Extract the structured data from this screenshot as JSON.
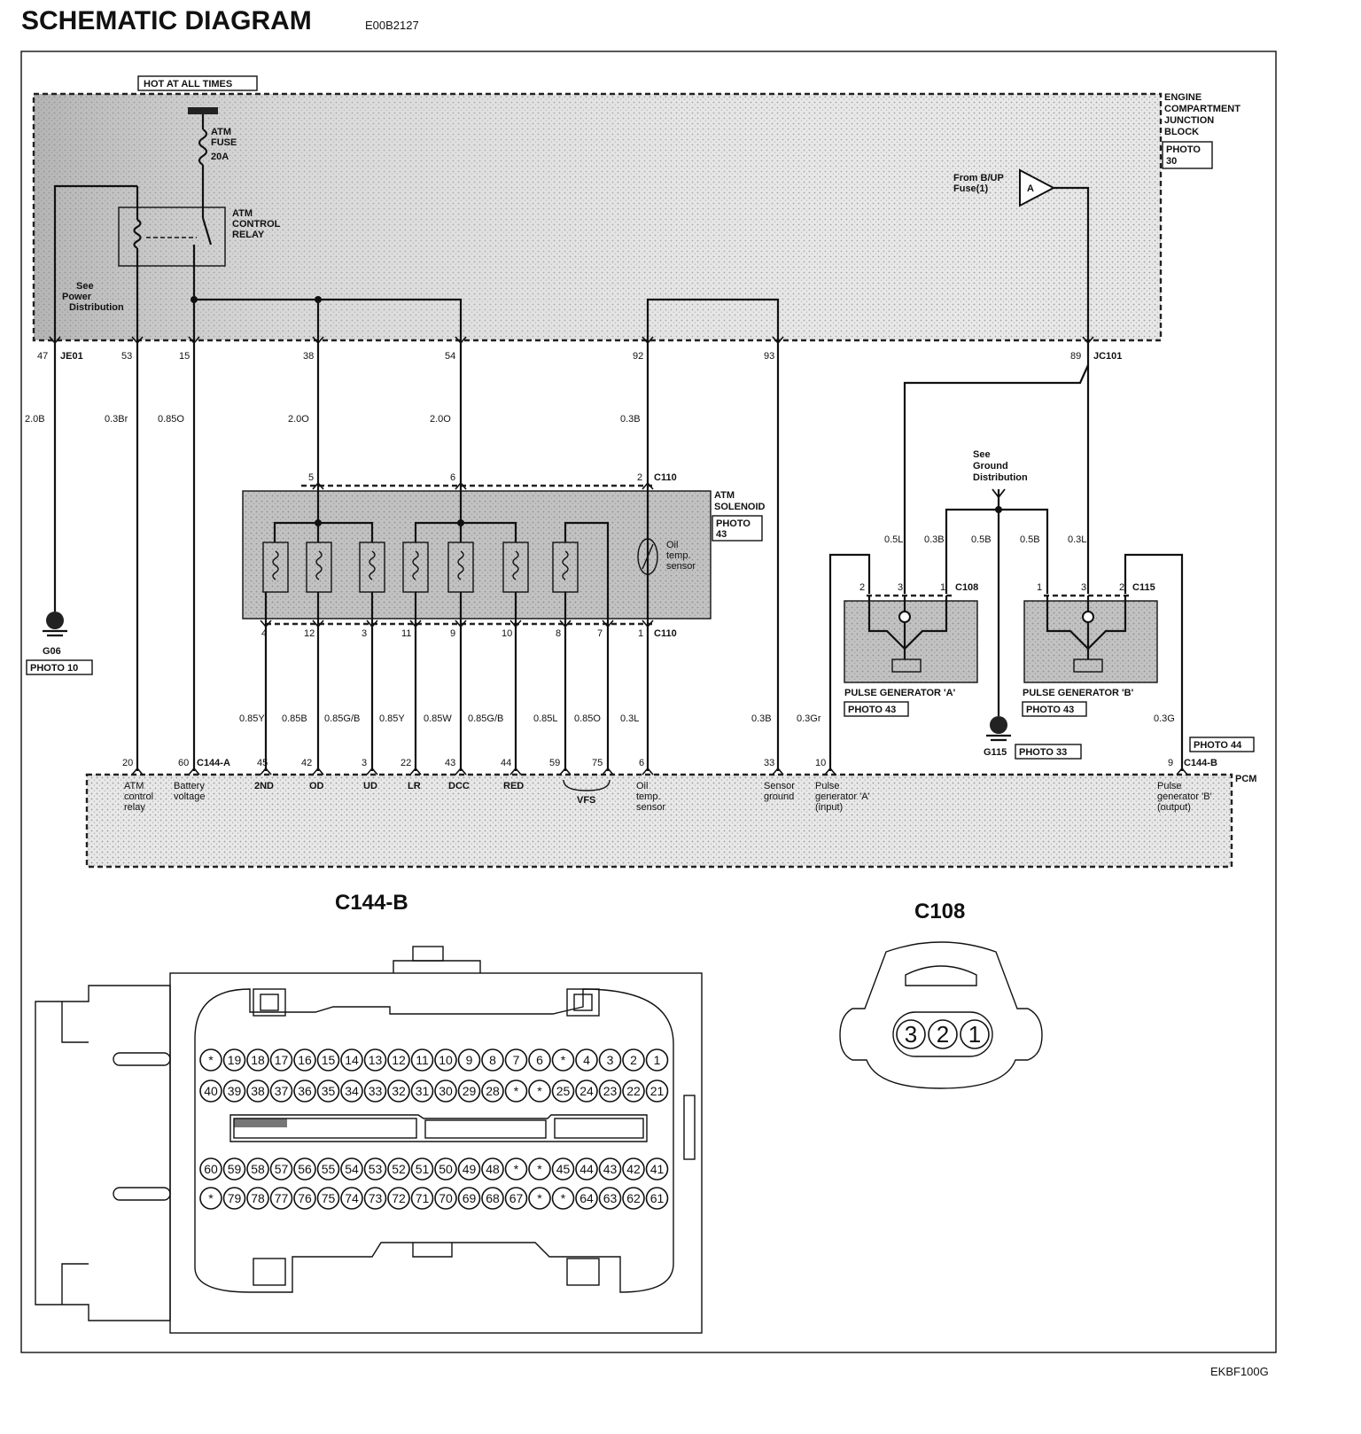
{
  "header": {
    "title": "SCHEMATIC DIAGRAM",
    "code": "E00B2127"
  },
  "footer_code": "EKBF100G",
  "junction_block": {
    "hot_label": "HOT AT ALL TIMES",
    "fuse_line1": "ATM",
    "fuse_line2": "FUSE",
    "fuse_rating": "20A",
    "relay_line1": "ATM",
    "relay_line2": "CONTROL",
    "relay_line3": "RELAY",
    "see_line1": "See",
    "see_line2": "Power",
    "see_line3": "Distribution",
    "name_line1": "ENGINE",
    "name_line2": "COMPARTMENT",
    "name_line3": "JUNCTION",
    "name_line4": "BLOCK",
    "photo_line1": "PHOTO",
    "photo_line2": "30",
    "from_line1": "From B/UP",
    "from_line2": "Fuse(1)",
    "from_tag": "A",
    "connector_left": "JE01",
    "connector_right": "JC101"
  },
  "top_pins": [
    "47",
    "53",
    "15",
    "38",
    "54",
    "92",
    "93",
    "89"
  ],
  "wires_upper": [
    "2.0B",
    "0.3Br",
    "0.85O",
    "2.0O",
    "2.0O",
    "0.3B"
  ],
  "ground_g06": {
    "name": "G06",
    "photo": "PHOTO 10"
  },
  "solenoid": {
    "name_line1": "ATM",
    "name_line2": "SOLENOID",
    "photo_line1": "PHOTO",
    "photo_line2": "43",
    "connector": "C110",
    "top_pins": [
      "5",
      "6",
      "2"
    ],
    "bottom_pins": [
      "4",
      "12",
      "3",
      "11",
      "9",
      "10",
      "8",
      "7",
      "1"
    ],
    "sensor_line1": "Oil",
    "sensor_line2": "temp.",
    "sensor_line3": "sensor"
  },
  "ground_info": {
    "line1": "See",
    "line2": "Ground",
    "line3": "Distribution"
  },
  "pulse_a": {
    "name": "PULSE GENERATOR 'A'",
    "photo": "PHOTO 43",
    "connector": "C108",
    "pins": [
      "2",
      "3",
      "1"
    ],
    "wires": [
      "0.5L",
      "0.3B"
    ]
  },
  "pulse_b": {
    "name": "PULSE GENERATOR 'B'",
    "photo": "PHOTO 43",
    "connector": "C115",
    "pins": [
      "1",
      "3",
      "2"
    ],
    "wires": [
      "0.5B",
      "0.3L"
    ]
  },
  "ground_wire": "0.5B",
  "ground_g115": {
    "name": "G115",
    "photo": "PHOTO 33"
  },
  "wires_lower": [
    "0.85Y",
    "0.85B",
    "0.85G/B",
    "0.85Y",
    "0.85W",
    "0.85G/B",
    "0.85L",
    "0.85O",
    "0.3L",
    "0.3B",
    "0.3Gr",
    "0.3G"
  ],
  "pcm": {
    "name": "PCM",
    "connector_a": "C144-A",
    "connector_b": "C144-B",
    "photo": "PHOTO 44",
    "pins": [
      "20",
      "60",
      "45",
      "42",
      "3",
      "22",
      "43",
      "44",
      "59",
      "75",
      "6",
      "33",
      "10",
      "9"
    ],
    "labels": {
      "atm1": "ATM",
      "atm2": "control",
      "atm3": "relay",
      "bat1": "Battery",
      "bat2": "voltage",
      "s2nd": "2ND",
      "od": "OD",
      "ud": "UD",
      "lr": "LR",
      "dcc": "DCC",
      "red": "RED",
      "vfs": "VFS",
      "oil1": "Oil",
      "oil2": "temp.",
      "oil3": "sensor",
      "sg1": "Sensor",
      "sg2": "ground",
      "pa1": "Pulse",
      "pa2": "generator 'A'",
      "pa3": "(input)",
      "pb1": "Pulse",
      "pb2": "generator 'B'",
      "pb3": "(output)"
    }
  },
  "connector_c144b": {
    "title": "C144-B",
    "row1": [
      "*",
      "19",
      "18",
      "17",
      "16",
      "15",
      "14",
      "13",
      "12",
      "11",
      "10",
      "9",
      "8",
      "7",
      "6",
      "*",
      "4",
      "3",
      "2",
      "1"
    ],
    "row2": [
      "40",
      "39",
      "38",
      "37",
      "36",
      "35",
      "34",
      "33",
      "32",
      "31",
      "30",
      "29",
      "28",
      "*",
      "*",
      "25",
      "24",
      "23",
      "22",
      "21"
    ],
    "row3": [
      "60",
      "59",
      "58",
      "57",
      "56",
      "55",
      "54",
      "53",
      "52",
      "51",
      "50",
      "49",
      "48",
      "*",
      "*",
      "45",
      "44",
      "43",
      "42",
      "41"
    ],
    "row4": [
      "*",
      "79",
      "78",
      "77",
      "76",
      "75",
      "74",
      "73",
      "72",
      "71",
      "70",
      "69",
      "68",
      "67",
      "*",
      "*",
      "64",
      "63",
      "62",
      "61"
    ]
  },
  "connector_c108": {
    "title": "C108",
    "pins": [
      "3",
      "2",
      "1"
    ]
  }
}
